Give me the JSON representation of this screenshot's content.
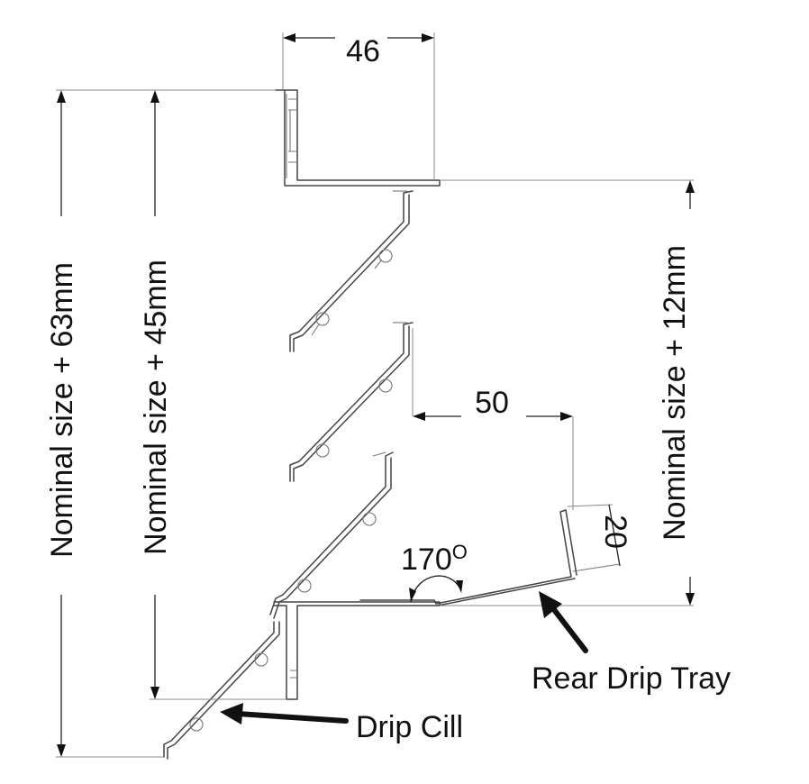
{
  "dimensions": {
    "top_width": "46",
    "tray_depth": "50",
    "upstand_height": "20",
    "angle_value": "170",
    "angle_unit": "O",
    "left_outer": "Nominal size + 63mm",
    "left_inner": "Nominal size + 45mm",
    "right": "Nominal size + 12mm"
  },
  "labels": {
    "rear_drip_tray": "Rear Drip Tray",
    "drip_cill": "Drip Cill"
  },
  "colors": {
    "ink": "#1a1a1a",
    "profile": "#444444"
  }
}
